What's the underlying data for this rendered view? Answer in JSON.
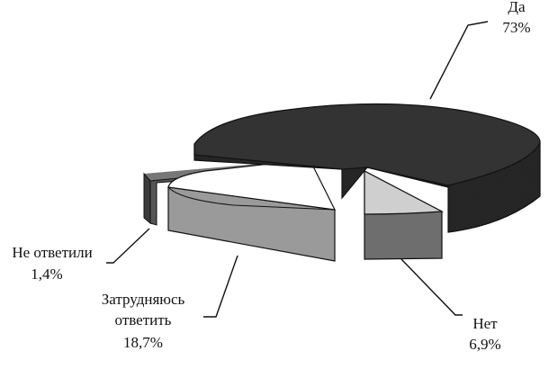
{
  "chart_data": {
    "type": "pie",
    "style": "3d-exploded",
    "slices": [
      {
        "name": "Да",
        "value": 73,
        "label": "73%",
        "color": "#2b2b2b"
      },
      {
        "name": "Нет",
        "value": 6.9,
        "label": "6,9%",
        "color": "#c8c8c8"
      },
      {
        "name": "Затрудняюсь ответить",
        "name_lines": [
          "Затрудняюсь",
          "ответить"
        ],
        "value": 18.7,
        "label": "18,7%",
        "color": "#ffffff"
      },
      {
        "name": "Не ответили",
        "value": 1.4,
        "label": "1,4%",
        "color": "#4a4a4a"
      }
    ],
    "legend": "none",
    "labels": "outside-with-leader-lines"
  }
}
